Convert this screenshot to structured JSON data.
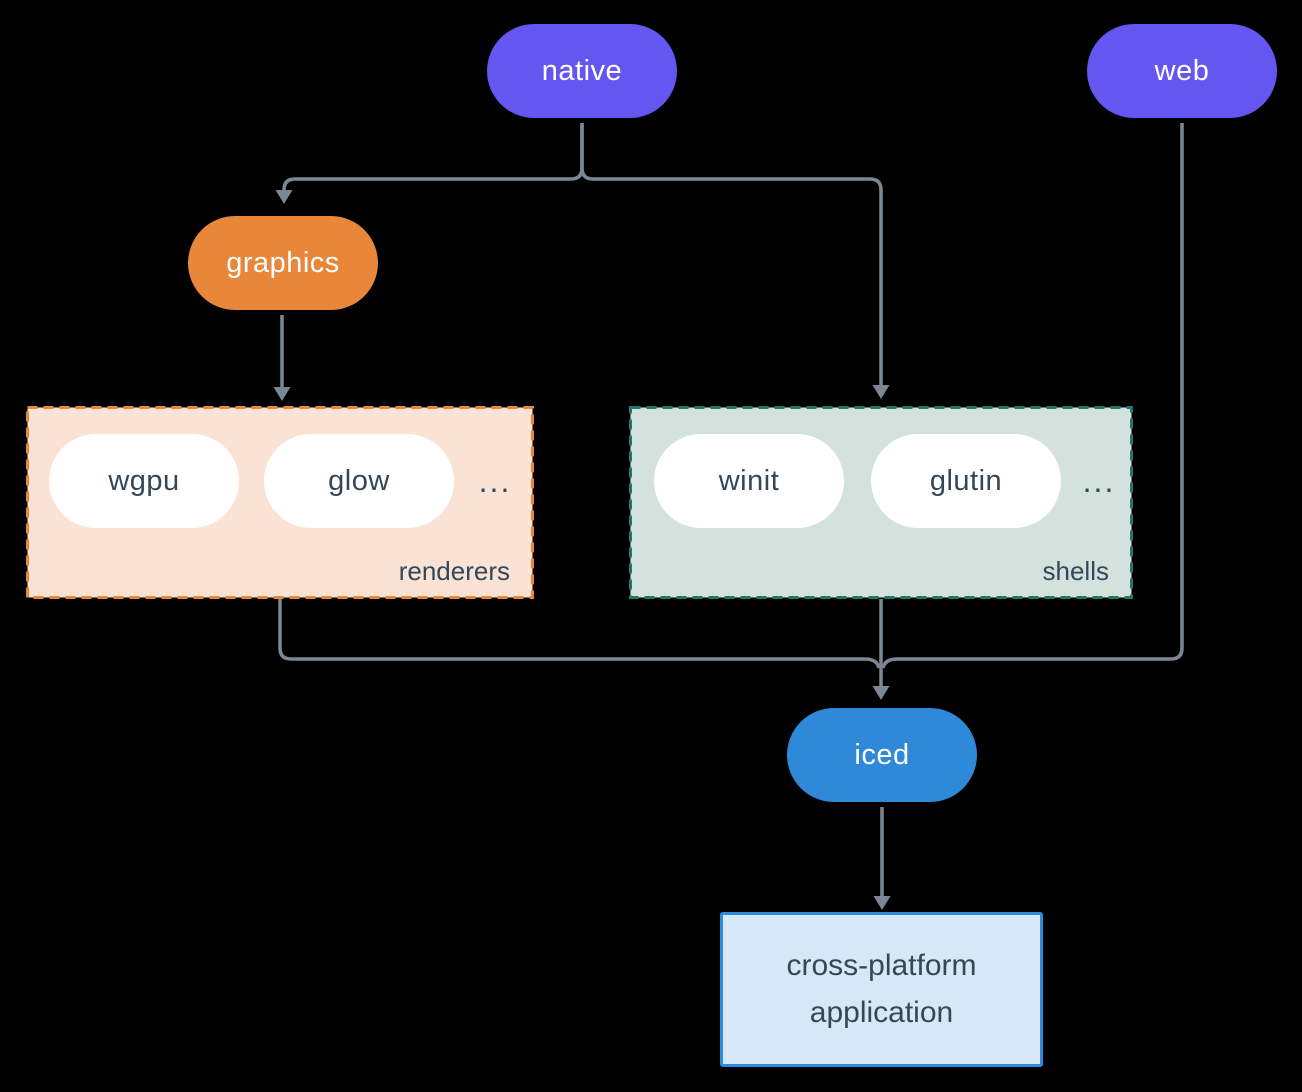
{
  "colors": {
    "background": "#000000",
    "connector": "#7b8794",
    "purple": "#6456f0",
    "orange": "#e8873a",
    "blue": "#2e89d8",
    "pill_text_light": "#ffffff",
    "pill_text_dark": "#33475a",
    "renderers_fill": "#fae3d4",
    "renderers_border": "#e8873a",
    "shells_fill": "#d3e2dc",
    "shells_border": "#1d7a6a",
    "app_fill": "#d6e7f8",
    "app_border": "#2e8bdd"
  },
  "nodes": {
    "native": {
      "label": "native"
    },
    "web": {
      "label": "web"
    },
    "graphics": {
      "label": "graphics"
    },
    "iced": {
      "label": "iced"
    }
  },
  "renderers_group": {
    "label": "renderers",
    "ellipsis": "...",
    "items": [
      {
        "label": "wgpu"
      },
      {
        "label": "glow"
      }
    ]
  },
  "shells_group": {
    "label": "shells",
    "ellipsis": "...",
    "items": [
      {
        "label": "winit"
      },
      {
        "label": "glutin"
      }
    ]
  },
  "app": {
    "line1": "cross-platform",
    "line2": "application"
  }
}
